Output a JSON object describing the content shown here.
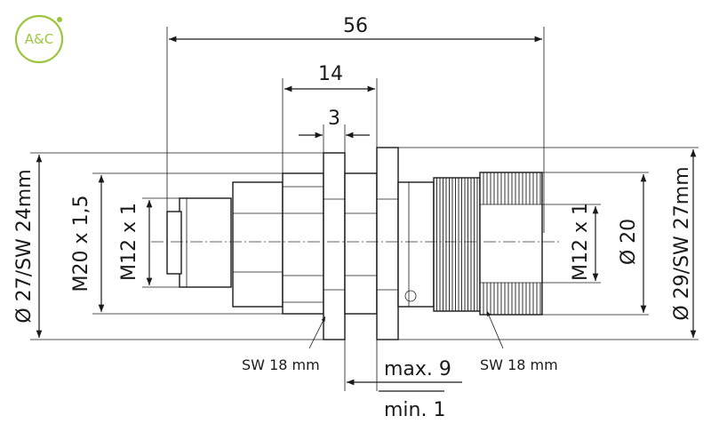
{
  "logo": {
    "text": "A&C",
    "color": "#9bc53d"
  },
  "dimensions": {
    "overall_length": "56",
    "body_length": "14",
    "nut_width": "3",
    "left_outer": "Ø 27/SW 24mm",
    "left_thread_outer": "M20 x 1,5",
    "left_thread_inner": "M12 x 1",
    "right_thread": "M12 x 1",
    "right_diameter": "Ø 20",
    "right_outer": "Ø 29/SW 27mm",
    "wrench_left": "SW 18 mm",
    "wrench_right": "SW 18 mm",
    "panel_max": "max. 9",
    "panel_min": "min. 1"
  },
  "colors": {
    "line": "#1a1a1a",
    "background": "#ffffff"
  }
}
